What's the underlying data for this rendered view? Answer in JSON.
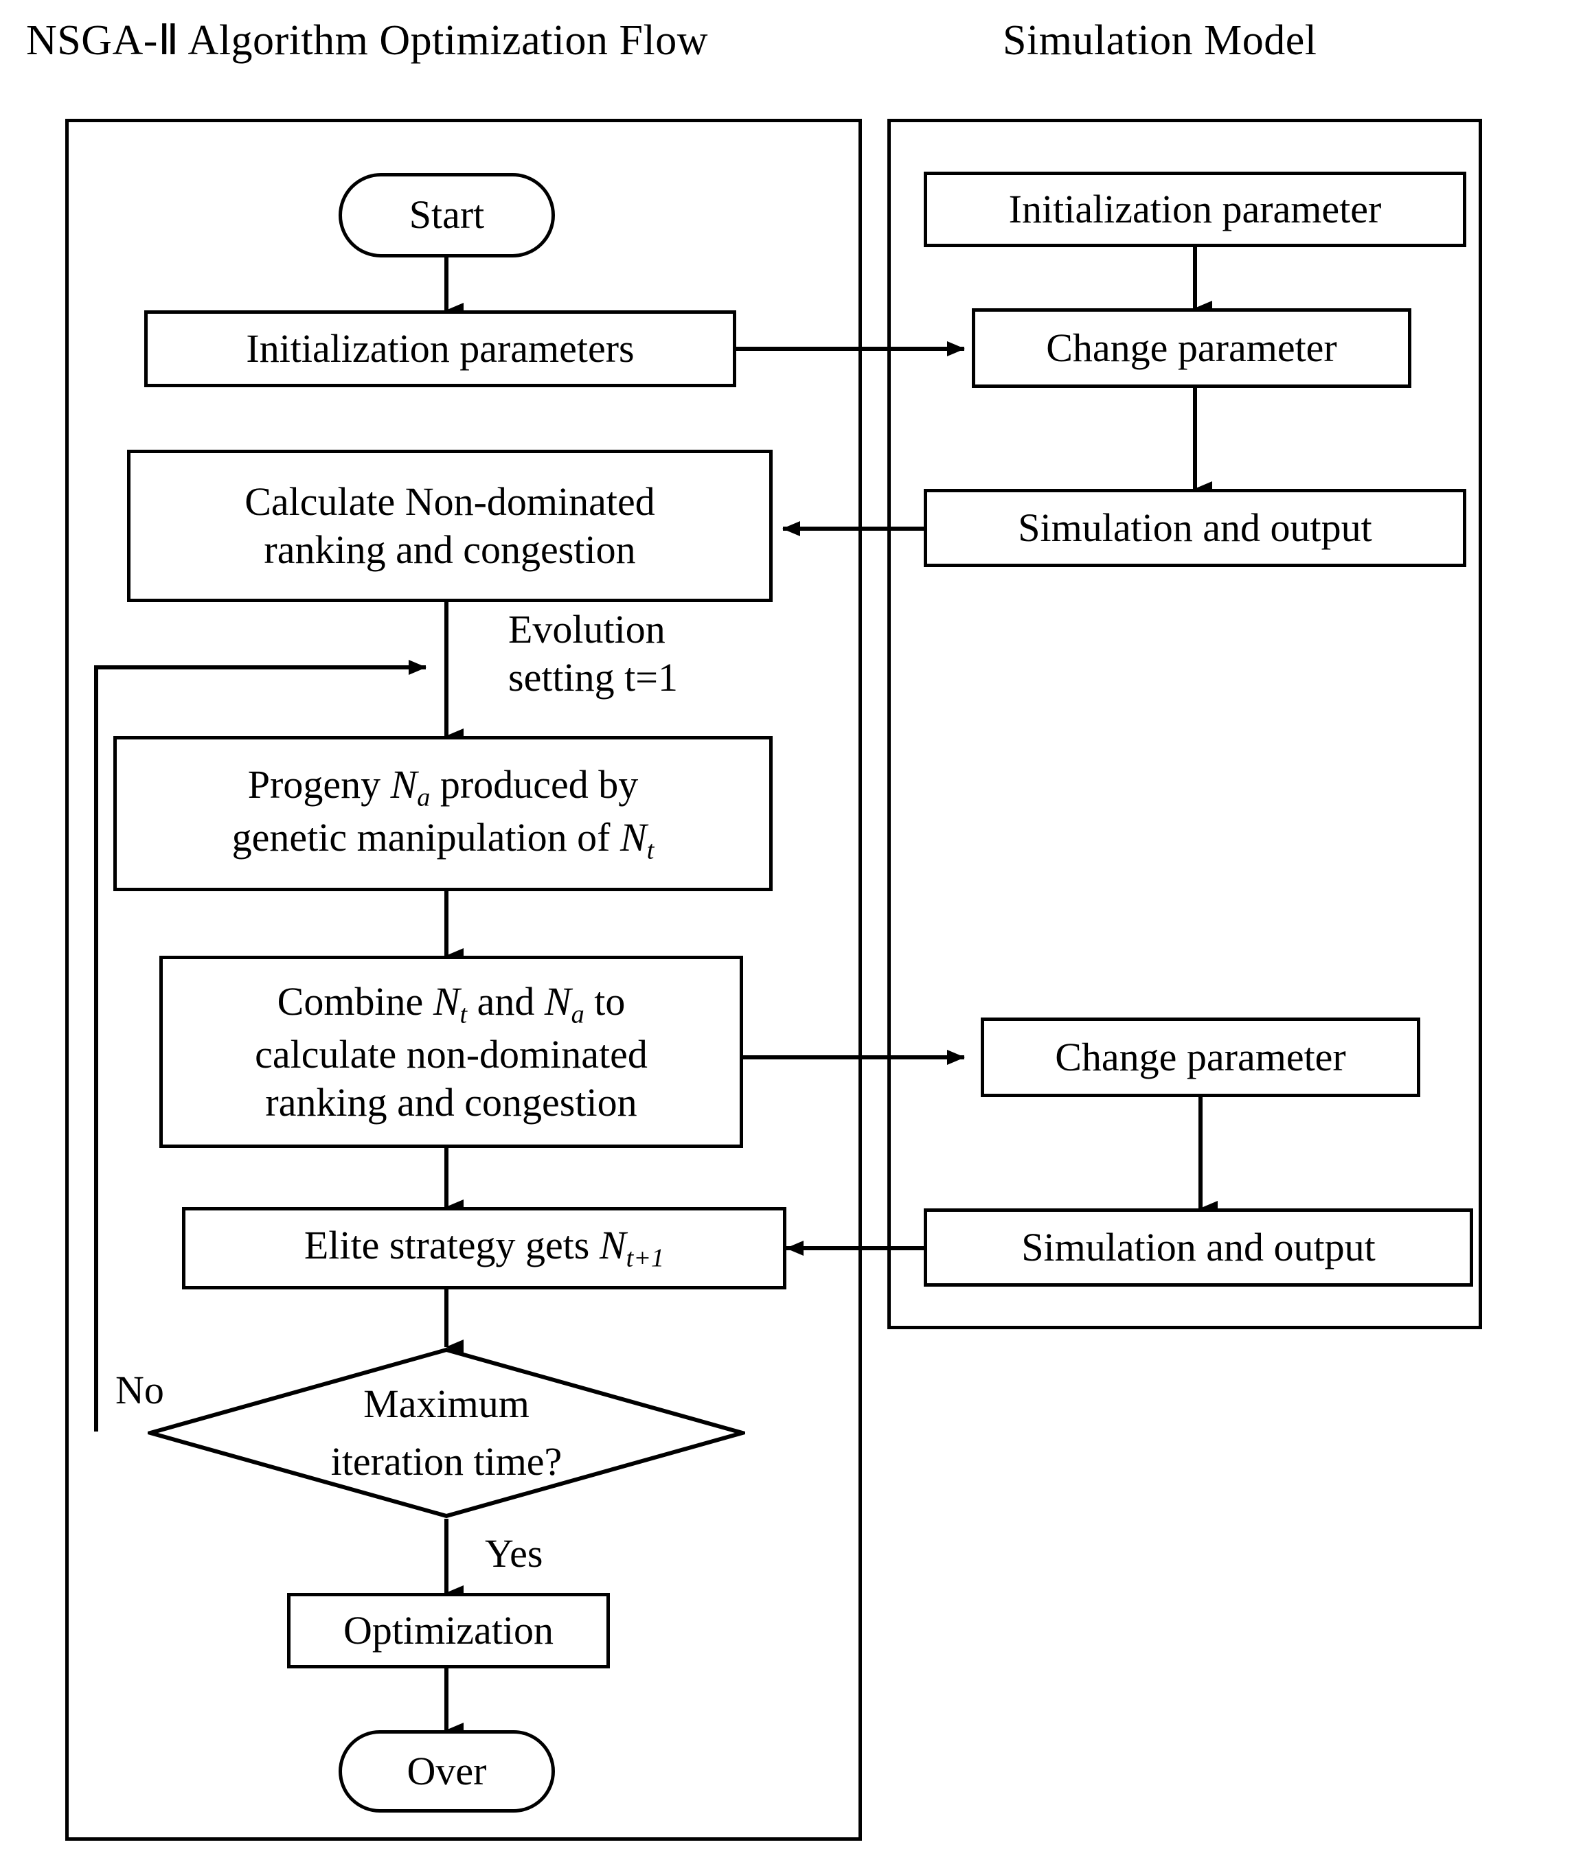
{
  "titles": {
    "left_panel": "NSGA-Ⅱ Algorithm Optimization Flow",
    "right_panel": "Simulation Model"
  },
  "left_flow": {
    "start": "Start",
    "init_parameters": "Initialization parameters",
    "calc_rank": "Calculate Non-dominated ranking and congestion",
    "calc_rank_line1": "Calculate Non-dominated",
    "calc_rank_line2": "ranking and congestion",
    "evolution_label": "Evolution\nsetting t=1",
    "progeny_pre": "Progeny ",
    "progeny_N": "N",
    "progeny_sub": "a",
    "progeny_mid": " produced by",
    "progeny_line2_pre": "genetic manipulation of ",
    "progeny_line2_N": "N",
    "progeny_line2_sub": "t",
    "combine_pre": "Combine ",
    "combine_N1": "N",
    "combine_sub1": "t",
    "combine_mid": " and ",
    "combine_N2": "N",
    "combine_sub2": "a",
    "combine_post": " to",
    "combine_line2": "calculate non-dominated",
    "combine_line3": "ranking and congestion",
    "elite_pre": "Elite strategy gets ",
    "elite_N": "N",
    "elite_sub": "t+1",
    "decision_line1": "Maximum",
    "decision_line2": "iteration time?",
    "decision_no": "No",
    "decision_yes": "Yes",
    "optimization": "Optimization",
    "over": "Over"
  },
  "right_flow": {
    "init_parameter": "Initialization parameter",
    "change_parameter_top": "Change parameter",
    "simulation_output_top": "Simulation and output",
    "change_parameter_bottom": "Change parameter",
    "simulation_output_bottom": "Simulation and output"
  },
  "style": {
    "stroke": "#000000",
    "fill": "#ffffff"
  }
}
